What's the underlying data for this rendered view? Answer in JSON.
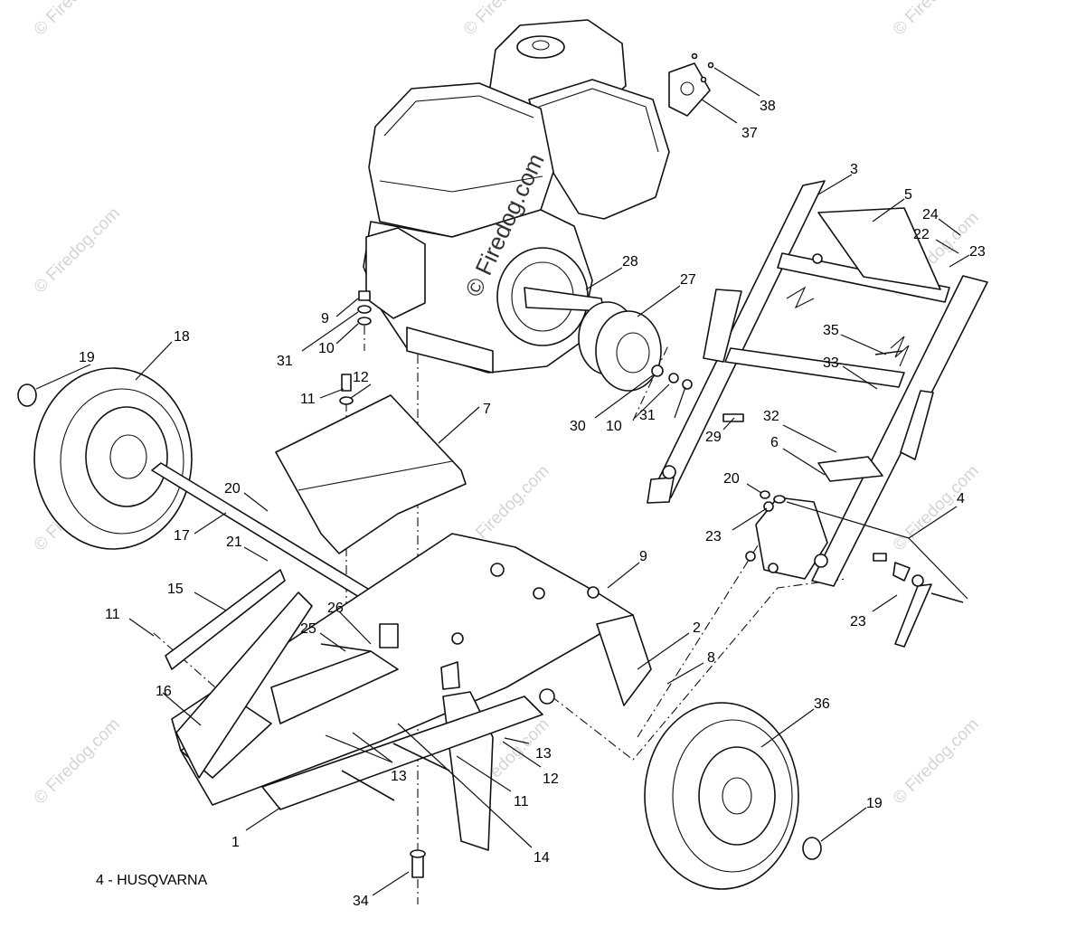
{
  "watermark": "© Firedog.com",
  "center_watermark": "© Firedog.com",
  "caption": "4 - HUSQVARNA",
  "callouts": [
    "38",
    "37",
    "3",
    "5",
    "24",
    "22",
    "23",
    "28",
    "27",
    "9",
    "31",
    "10",
    "35",
    "33",
    "18",
    "19",
    "11",
    "12",
    "30",
    "10",
    "31",
    "29",
    "32",
    "6",
    "7",
    "20",
    "23",
    "4",
    "20",
    "17",
    "21",
    "9",
    "15",
    "26",
    "23",
    "11",
    "25",
    "2",
    "8",
    "16",
    "13",
    "12",
    "13",
    "11",
    "36",
    "19",
    "1",
    "14",
    "34"
  ]
}
